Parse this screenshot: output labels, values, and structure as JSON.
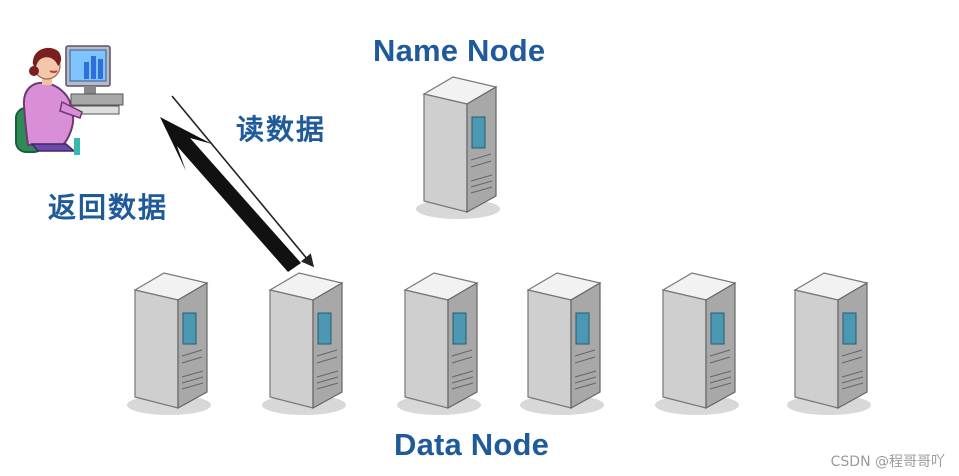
{
  "diagram": {
    "name_node_label": "Name Node",
    "data_node_label": "Data Node",
    "read_label": "读数据",
    "return_label": "返回数据",
    "watermark": "CSDN @程哥哥吖"
  },
  "icons": {
    "user": "user-at-computer-icon",
    "server": "server-tower-icon"
  },
  "colors": {
    "label_blue": "#1f5a9a",
    "server_screen": "#4c97b2"
  }
}
